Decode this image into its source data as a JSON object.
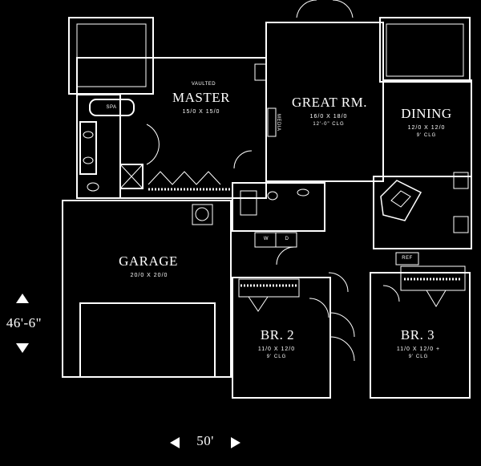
{
  "rooms": {
    "master": {
      "prefix": "VAULTED",
      "title": "MASTER",
      "dims": "15/0 X 15/0"
    },
    "great_room": {
      "title": "GREAT RM.",
      "dims": "16/0 X 18/0",
      "ceiling": "12'-0\" CLG"
    },
    "dining": {
      "title": "DINING",
      "dims": "12/0 X 12/0",
      "ceiling": "9' CLG"
    },
    "garage": {
      "title": "GARAGE",
      "dims": "20/0 X 20/0"
    },
    "br2": {
      "title": "BR. 2",
      "dims": "11/0 X 12/0",
      "ceiling": "9' CLG"
    },
    "br3": {
      "title": "BR. 3",
      "dims": "11/0 X 12/0 +",
      "ceiling": "9' CLG"
    }
  },
  "fixtures": {
    "spa": "SPA",
    "media": "MEDIA",
    "washer": "W",
    "dryer": "D",
    "refrigerator": "REF"
  },
  "dimensions": {
    "depth": "46'-6\"",
    "width": "50'"
  }
}
